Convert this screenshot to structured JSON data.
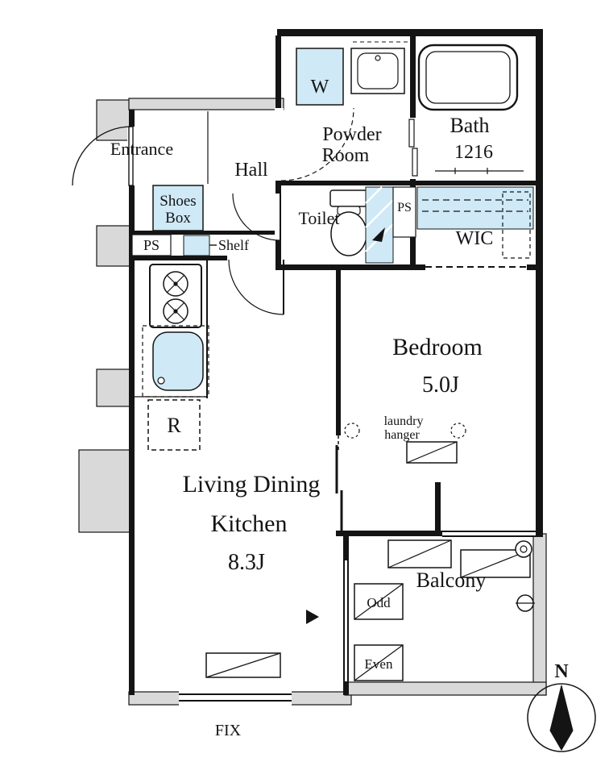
{
  "colors": {
    "water_blue": "#cfe9f6",
    "wall_gray": "#d9d9d9",
    "wall_black": "#141414"
  },
  "rooms": {
    "entrance": "Entrance",
    "hall": "Hall",
    "powder_room_line1": "Powder",
    "powder_room_line2": "Room",
    "bath": "Bath",
    "bath_size": "1216",
    "toilet": "Toilet",
    "wic": "WIC",
    "bedroom": "Bedroom",
    "bedroom_size": "5.0J",
    "ldk_line1": "Living Dining",
    "ldk_line2": "Kitchen",
    "ldk_size": "8.3J",
    "balcony": "Balcony"
  },
  "fixtures": {
    "washing_machine": "W",
    "shoes_box_line1": "Shoes",
    "shoes_box_line2": "Box",
    "shelf": "Shelf",
    "refrigerator": "R",
    "ps_upper": "PS",
    "ps_lower": "PS",
    "laundry_hanger_line1": "laundry",
    "laundry_hanger_line2": "hanger",
    "ac_space_odd": "Odd",
    "ac_space_even": "Even",
    "fix_window": "FIX"
  },
  "compass": {
    "north": "N"
  }
}
